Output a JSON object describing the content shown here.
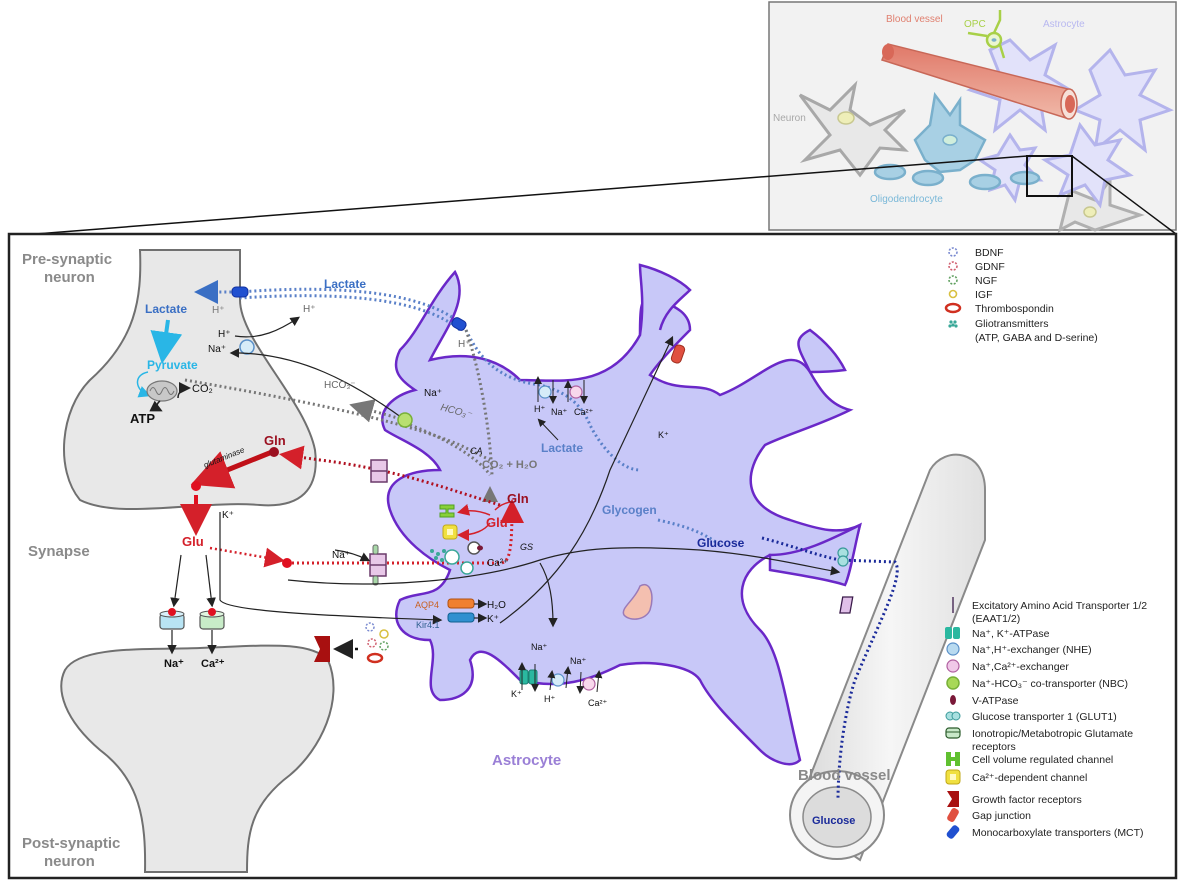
{
  "inset": {
    "labels": {
      "blood_vessel": "Blood vessel",
      "opc": "OPC",
      "astrocyte": "Astrocyte",
      "neuron": "Neuron",
      "oligodendrocyte": "Oligodendrocyte"
    },
    "colors": {
      "blood_vessel": "#e08070",
      "opc": "#a8d048",
      "astrocyte": "#b8b8f0",
      "neuron": "#a8a8a8",
      "oligodendrocyte": "#7ab8d8"
    }
  },
  "main": {
    "regions": {
      "pre_synaptic": [
        "Pre-synaptic",
        "neuron"
      ],
      "synapse": "Synapse",
      "post_synaptic": [
        "Post-synaptic",
        "neuron"
      ],
      "astrocyte": "Astrocyte",
      "blood_vessel": "Blood vessel"
    },
    "presynaptic": {
      "lactate": "Lactate",
      "pyruvate": "Pyruvate",
      "atp": "ATP",
      "co2": "CO₂",
      "h_plus_1": "H⁺",
      "h_plus_2": "H⁺",
      "na_plus": "Na⁺",
      "gln": "Gln",
      "glutaminase": "glutaminase",
      "glu": "Glu",
      "k_plus": "K⁺"
    },
    "postsynaptic": {
      "na_plus": "Na⁺",
      "ca_plus": "Ca²⁺"
    },
    "astrocyte": {
      "lactate_top": "Lactate",
      "h_plus_top": "H⁺",
      "h_plus_inner": "H⁺",
      "hco3_out": "HCO₃⁻",
      "na_nbc": "Na⁺",
      "hco3_in": "HCO₃⁻",
      "ca_label": "CA",
      "co2_h2o": "CO₂ + H₂O",
      "gln": "Gln",
      "glu": "Glu",
      "gs": "GS",
      "ca2_in": "Ca²⁺",
      "na_eaat": "Na⁺",
      "aqp4": "AQP4",
      "h2o": "H₂O",
      "kir41": "Kir4.1",
      "k_kir": "K⁺",
      "nhe_h": "H⁺",
      "nhe_na": "Na⁺",
      "ncx_ca": "Ca²⁺",
      "lactate_mid": "Lactate",
      "k_gap": "K⁺",
      "glycogen": "Glycogen",
      "glucose": "Glucose",
      "bottom_na1": "Na⁺",
      "bottom_k": "K⁺",
      "bottom_h": "H⁺",
      "bottom_na2": "Na⁺",
      "bottom_ca": "Ca²⁺"
    },
    "vessel": {
      "glucose": "Glucose"
    }
  },
  "legend_top": [
    {
      "icon": "bdnf-icon",
      "label": "BDNF",
      "color": "#7a8ad0"
    },
    {
      "icon": "gdnf-icon",
      "label": "GDNF",
      "color": "#d06070"
    },
    {
      "icon": "ngf-icon",
      "label": "NGF",
      "color": "#60a060"
    },
    {
      "icon": "igf-icon",
      "label": "IGF",
      "color": "#d8c040"
    },
    {
      "icon": "thrombospondin-icon",
      "label": "Thrombospondin",
      "color": "#d03020"
    },
    {
      "icon": "gliotransmitters-icon",
      "label": "Gliotransmitters",
      "color": "#3aa898"
    },
    {
      "icon": "",
      "label": "(ATP, GABA and D-serine)",
      "color": ""
    }
  ],
  "legend_bottom": [
    {
      "icon": "eaat-icon",
      "label": "Excitatory Amino Acid Transporter 1/2",
      "label2": "(EAAT1/2)",
      "color": "#a07ab8"
    },
    {
      "icon": "na-k-atpase-icon",
      "label": "Na⁺, K⁺-ATPase",
      "color": "#2ab8a0"
    },
    {
      "icon": "nhe-icon",
      "label": "Na⁺,H⁺-exchanger (NHE)",
      "color": "#b8daf0"
    },
    {
      "icon": "ncx-icon",
      "label": "Na⁺,Ca²⁺-exchanger",
      "color": "#f0c8e8"
    },
    {
      "icon": "nbc-icon",
      "label": "Na⁺-HCO₃⁻ co-transporter (NBC)",
      "color": "#a8d858"
    },
    {
      "icon": "v-atpase-icon",
      "label": "V-ATPase",
      "color": "#7a1838"
    },
    {
      "icon": "glut1-icon",
      "label": "Glucose transporter 1 (GLUT1)",
      "color": "#a8e0e0"
    },
    {
      "icon": "glutamate-receptor-icon",
      "label": "Ionotropic/Metabotropic Glutamate",
      "label2": "receptors",
      "color": "#c8e8c8"
    },
    {
      "icon": "cell-volume-channel-icon",
      "label": "Cell volume regulated channel",
      "color": "#60c030"
    },
    {
      "icon": "ca-dependent-channel-icon",
      "label": "Ca²⁺-dependent channel",
      "color": "#f0e040"
    },
    {
      "icon": "growth-factor-receptor-icon",
      "label": "Growth factor receptors",
      "color": "#a81010"
    },
    {
      "icon": "gap-junction-icon",
      "label": "Gap junction",
      "color": "#e05040"
    },
    {
      "icon": "mct-icon",
      "label": "Monocarboxylate transporters (MCT)",
      "color": "#2050d0"
    }
  ],
  "colors": {
    "astrocyte_fill": "#c8c8f8",
    "astrocyte_stroke": "#6a28c8",
    "neuron_fill": "#e8e8e8",
    "neuron_stroke": "#707070",
    "glutamate_red": "#d4202a",
    "lactate_blue": "#3a6fc4",
    "glucose_navy": "#1a2a9a"
  }
}
